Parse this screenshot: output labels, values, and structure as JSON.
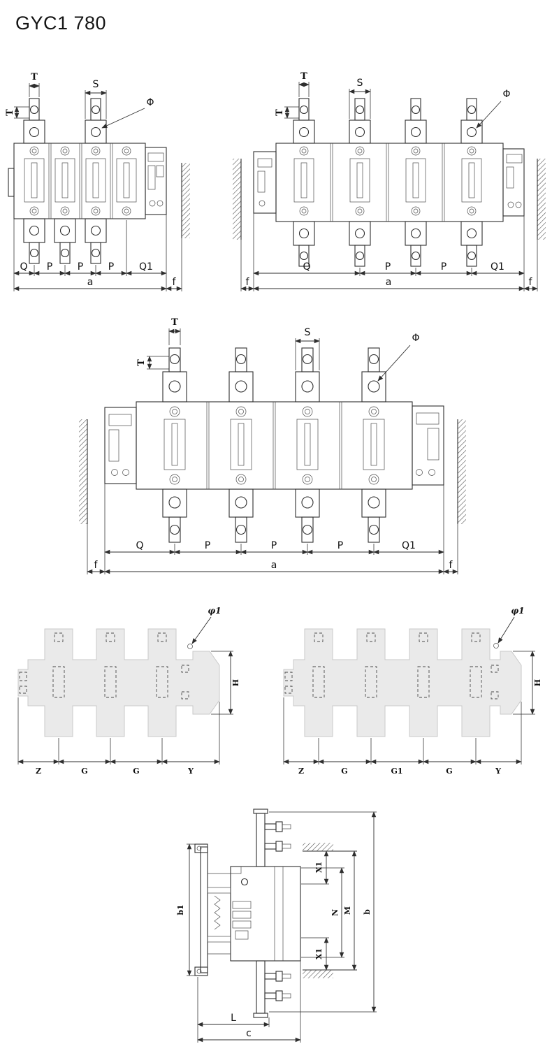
{
  "title": "GYC1 780",
  "colors": {
    "drawing_line": "#2e2e2e",
    "footprint_fill": "#eaeaea",
    "hatch": "#555555",
    "background": "#ffffff"
  },
  "front_view_left": {
    "t_top": "T",
    "t_side": "T",
    "s": "S",
    "phi": "Φ",
    "dims": [
      "Q",
      "P",
      "P",
      "P",
      "Q1"
    ],
    "overall": "a",
    "f_right": "f"
  },
  "front_view_right": {
    "t_top": "T",
    "t_side": "T",
    "s": "S",
    "phi": "Φ",
    "dims": [
      "Q",
      "P",
      "P",
      "Q1"
    ],
    "overall": "a",
    "f_left": "f",
    "f_right": "f"
  },
  "front_view_large": {
    "t_top": "T",
    "t_side": "T",
    "s": "S",
    "phi": "Φ",
    "dims": [
      "Q",
      "P",
      "P",
      "P",
      "Q1"
    ],
    "overall": "a",
    "f_left": "f",
    "f_right": "f"
  },
  "footprint_left": {
    "hole": "φ1",
    "height": "H",
    "dims": [
      "Z",
      "G",
      "G",
      "Y"
    ]
  },
  "footprint_right": {
    "hole": "φ1",
    "height": "H",
    "dims": [
      "Z",
      "G",
      "G1",
      "G",
      "Y"
    ]
  },
  "side_view": {
    "b1": "b1",
    "x1_top": "X1",
    "n": "N",
    "m": "M",
    "b": "b",
    "x1_bottom": "X1",
    "l": "L",
    "c": "c"
  }
}
